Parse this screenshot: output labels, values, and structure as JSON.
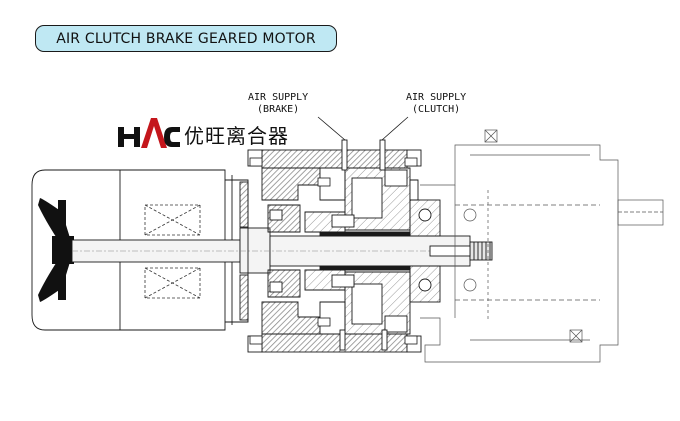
{
  "title": "AIR CLUTCH BRAKE GEARED MOTOR",
  "labels": {
    "brake_supply_line1": "AIR SUPPLY",
    "brake_supply_line2": "(BRAKE)",
    "clutch_supply_line1": "AIR SUPPLY",
    "clutch_supply_line2": "(CLUTCH)"
  },
  "brand": {
    "logo": "HAC",
    "chinese_name": "优旺离合器",
    "logo_color": "#111111",
    "accent_color": "#c4161c"
  },
  "colors": {
    "title_bg": "#bfe8f3",
    "hatch": "#9a9a9a",
    "line": "#1a1a1a"
  }
}
